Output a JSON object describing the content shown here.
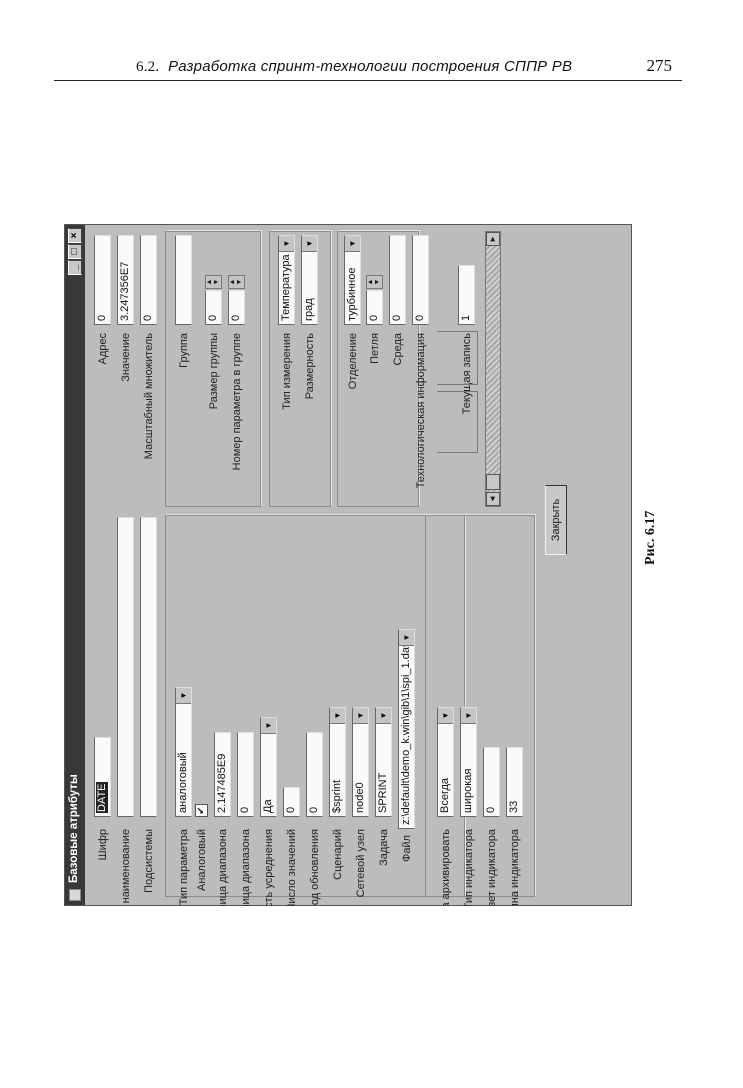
{
  "page": {
    "section_number": "6.2.",
    "section_title": "Разработка спринт-технологии построения СППР РВ",
    "page_number": "275",
    "caption": "Рис. 6.17"
  },
  "dialog": {
    "title": "Базовые атрибуты",
    "title_buttons": [
      "_",
      "□",
      "×"
    ],
    "left": {
      "cipher_label": "Шифр",
      "cipher_value": "DATE",
      "fullname_label": "Полное наименование",
      "fullname_value": "",
      "subsystems_label": "Подсистемы",
      "subsystems_value": "",
      "param_type_label": "Тип параметра",
      "param_type_value": "аналоговый",
      "analog_label": "Аналоговый",
      "analog_checked": "✔",
      "upper_label": "Верхняя граница диапазона",
      "upper_value": "2.147485E9",
      "lower_label": "Нижняя граница диапазона",
      "lower_value": "0",
      "update_possible_label": "Возможность усреднения",
      "update_possible_value": "Да",
      "count_label": "Число значений",
      "count_value": "0",
      "period_label": "Период обновления",
      "period_value": "0",
      "scenario_label": "Сценарий",
      "scenario_value": "$sprint",
      "network_label": "Сетевой узел",
      "network_value": "node0",
      "task_label": "Задача",
      "task_value": "SPRINT",
      "file_label": "Файл",
      "file_value": "z:\\default\\demo_k.win\\gib\\1\\spi_1.dat",
      "archive_label": "Когда архивировать",
      "archive_value": "Всегда",
      "bar_type_label": "Тип индикатора",
      "bar_type_value": "широкая",
      "bar_color_label": "Цвет индикатора",
      "bar_color_value": "0",
      "bar_width_label": "Ширина индикатора",
      "bar_width_value": "33"
    },
    "right": {
      "address_label": "Адрес",
      "address_value": "0",
      "value_label": "Значение",
      "value_value": "3.247356E7",
      "mult_label": "Масштабный множитель",
      "mult_value": "0",
      "group_label": "Группа",
      "group_value": "",
      "group_size_label": "Размер группы",
      "group_size_value": "0",
      "group_num_label": "Номер параметра в группе",
      "group_num_value": "0",
      "meas_type_label": "Тип измерения",
      "meas_type_value": "Температура",
      "dimension_label": "Размерность",
      "dimension_value": "град",
      "section_label": "Отделение",
      "section_value": "турбинное",
      "loop_label": "Петля",
      "loop_value": "0",
      "env_label": "Среда",
      "env_value": "0",
      "tech_label": "Технологическая информация",
      "tech_value": "0",
      "current_record_label": "Текущая запись",
      "current_record_value": "1"
    },
    "close_button": "Закрыть"
  }
}
